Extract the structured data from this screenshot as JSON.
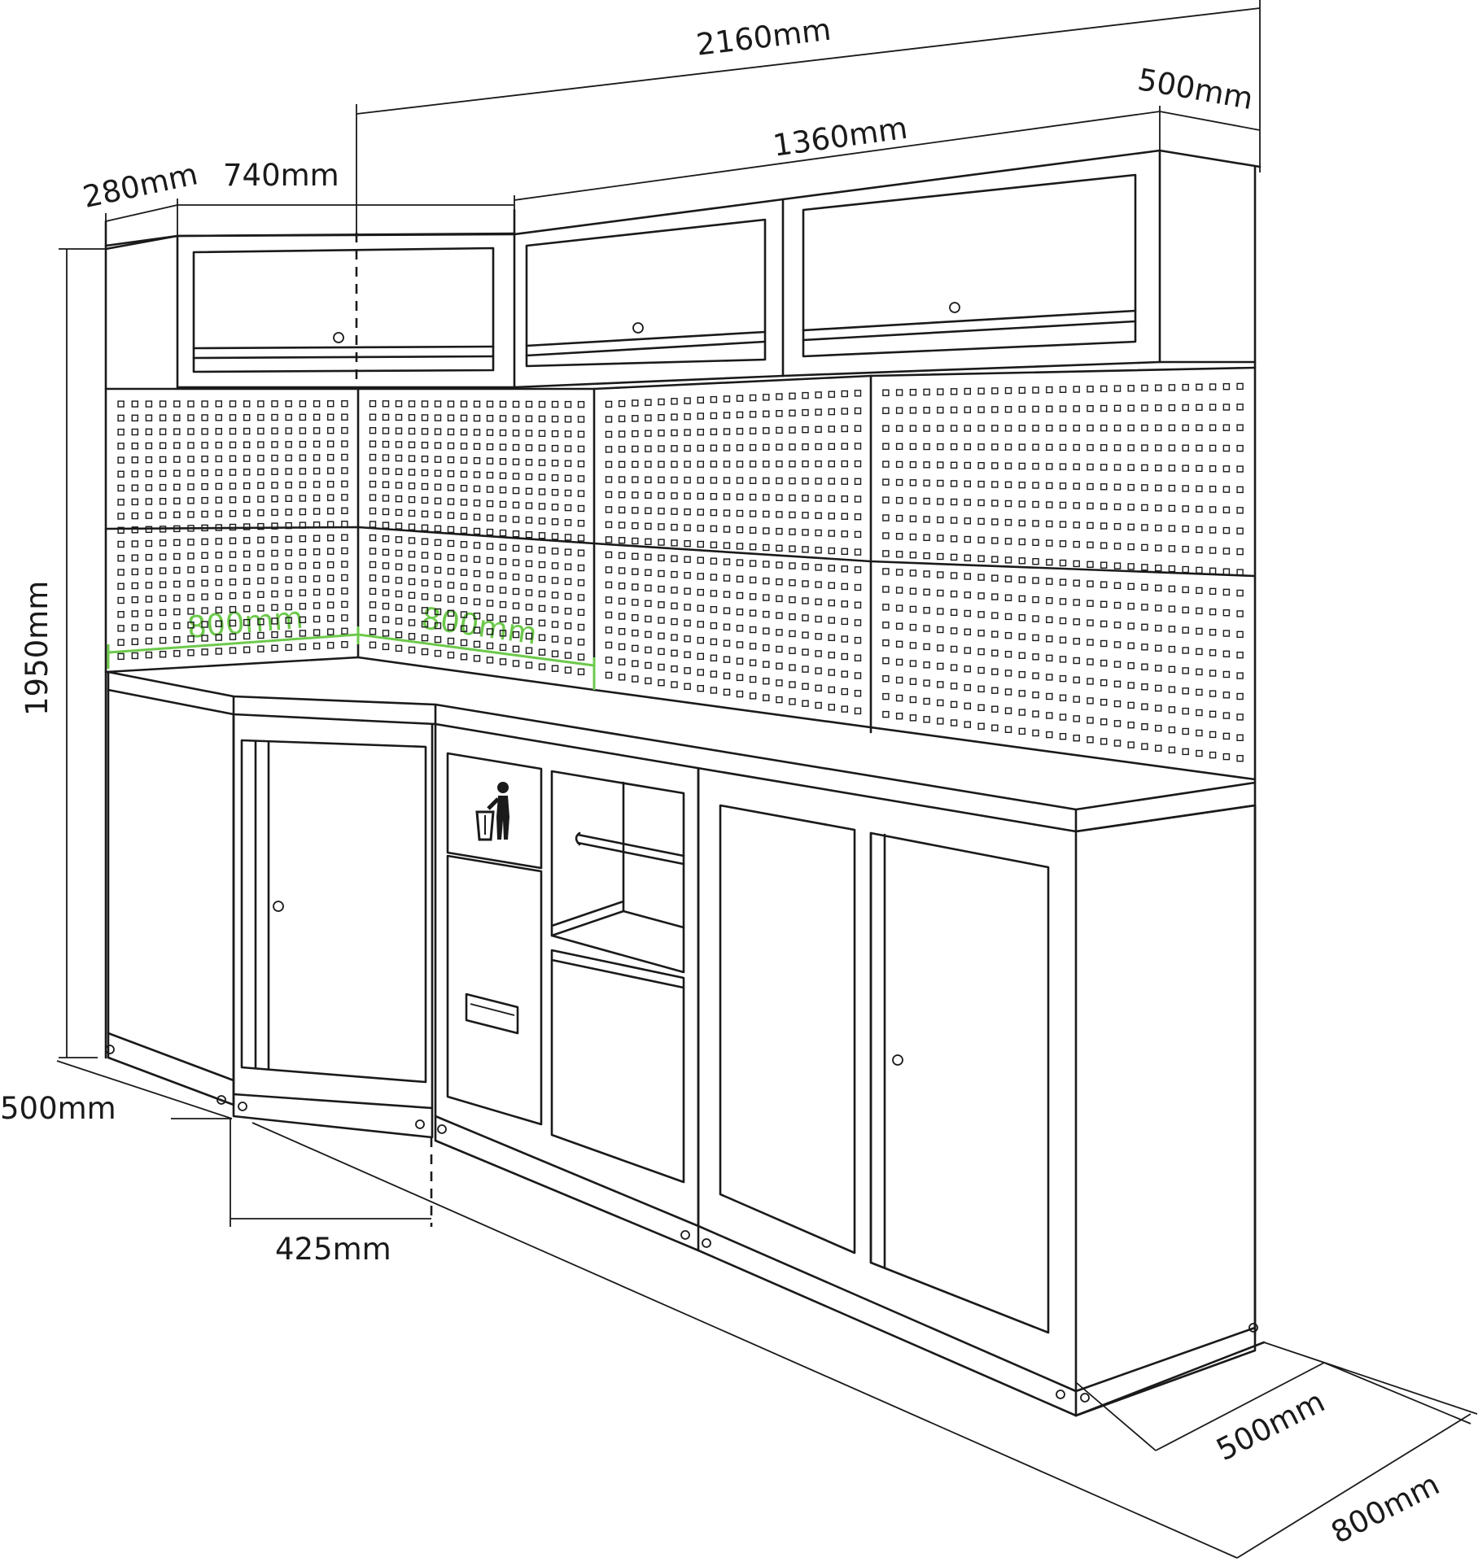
{
  "dimensions": {
    "total_width": "2160mm",
    "top_right_depth": "500mm",
    "top_back_width": "1360mm",
    "top_corner_depth": "280mm",
    "top_corner_width": "740mm",
    "height": "1950mm",
    "worktop_left": "800mm",
    "worktop_right": "800mm",
    "base_left_depth": "500mm",
    "corner_door_width": "425mm",
    "base_right_depth": "500mm",
    "base_right_width": "800mm"
  },
  "colors": {
    "line": "#1a1a1a",
    "highlight": "#6cc94b"
  },
  "icons": {
    "waste_bin": "person-trash-bin-icon"
  }
}
